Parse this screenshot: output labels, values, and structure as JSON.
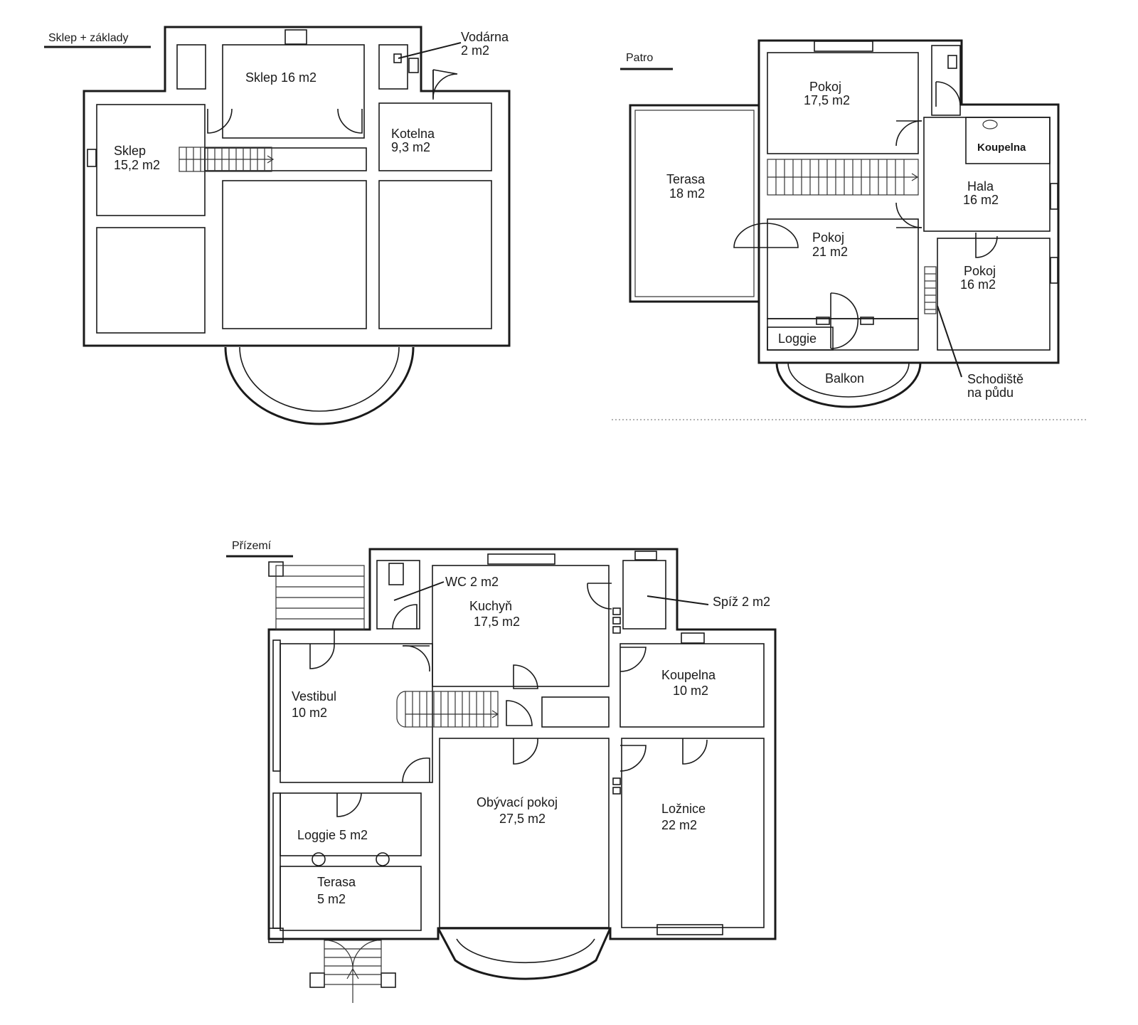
{
  "basement": {
    "title": "Sklep + základy",
    "rooms": {
      "vodarna_name": "Vodárna",
      "vodarna_area": "2 m2",
      "sklep16": "Sklep 16 m2",
      "sklep_name": "Sklep",
      "sklep_area": "15,2 m2",
      "kotelna_name": "Kotelna",
      "kotelna_area": "9,3 m2"
    }
  },
  "upper": {
    "title": "Patro",
    "rooms": {
      "pokoj1_name": "Pokoj",
      "pokoj1_area": "17,5 m2",
      "koupelna": "Koupelna",
      "terasa_name": "Terasa",
      "terasa_area": "18 m2",
      "hala_name": "Hala",
      "hala_area": "16 m2",
      "pokoj2_name": "Pokoj",
      "pokoj2_area": "21 m2",
      "pokoj3_name": "Pokoj",
      "pokoj3_area": "16 m2",
      "loggie": "Loggie",
      "balkon": "Balkon",
      "schodiste_1": "Schodiště",
      "schodiste_2": "na půdu"
    }
  },
  "ground": {
    "title": "Přízemí",
    "rooms": {
      "wc": "WC 2 m2",
      "kuchyn_name": "Kuchyň",
      "kuchyn_area": "17,5 m2",
      "spiz": "Spíž 2 m2",
      "koupelna_name": "Koupelna",
      "koupelna_area": "10 m2",
      "vestibul_name": "Vestibul",
      "vestibul_area": "10 m2",
      "obyvaci_name": "Obývací pokoj",
      "obyvaci_area": "27,5 m2",
      "loznice_name": "Ložnice",
      "loznice_area": "22 m2",
      "loggie": "Loggie 5 m2",
      "terasa_name": "Terasa",
      "terasa_area": "5 m2"
    }
  }
}
